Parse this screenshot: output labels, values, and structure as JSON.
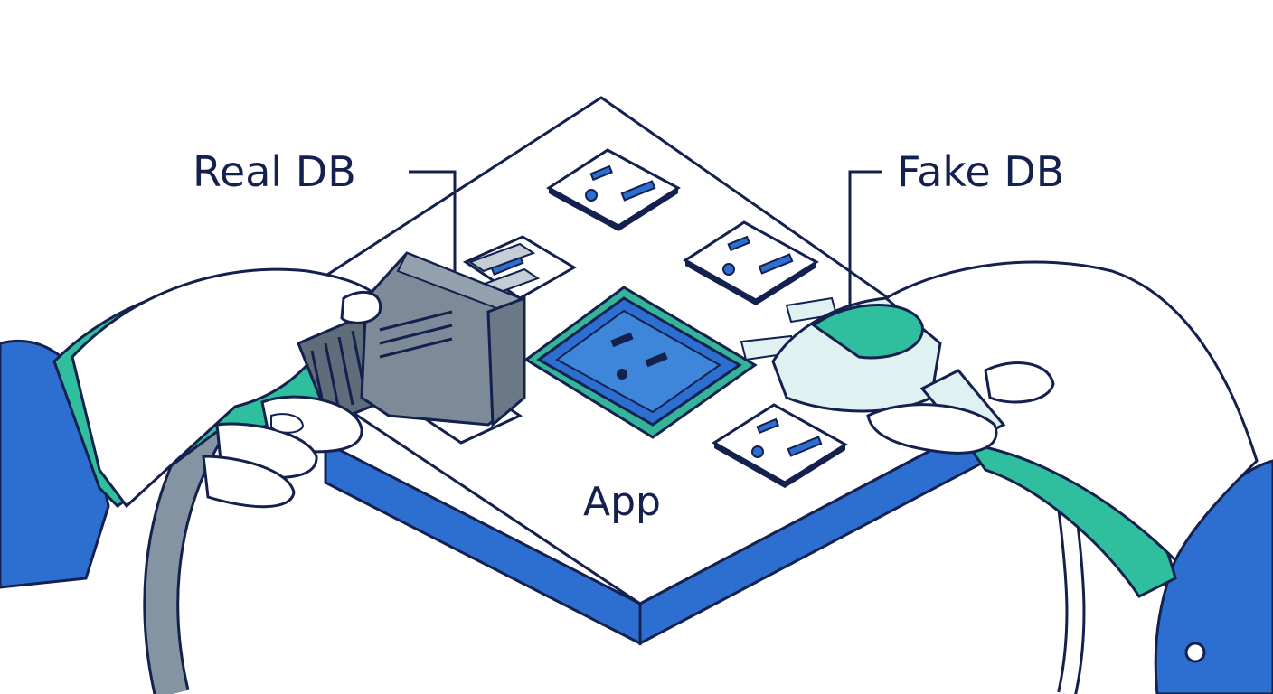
{
  "labels": {
    "real_db": "Real DB",
    "fake_db": "Fake DB",
    "app": "App"
  },
  "colors": {
    "outline": "#14204e",
    "platform_edge": "#2d6fd1",
    "sleeve": "#2d6fd1",
    "cuff_teal": "#2fbf9f",
    "focus_socket_teal": "#34b59a",
    "socket_slot": "#2d6fd1",
    "real_plug_grey": "#7d8b99",
    "fake_plug_light": "#dff1f1",
    "background": "#ffffff"
  },
  "icons": {
    "real_plug": "plug-icon",
    "fake_plug": "plug-icon",
    "socket": "power-outlet-icon"
  }
}
